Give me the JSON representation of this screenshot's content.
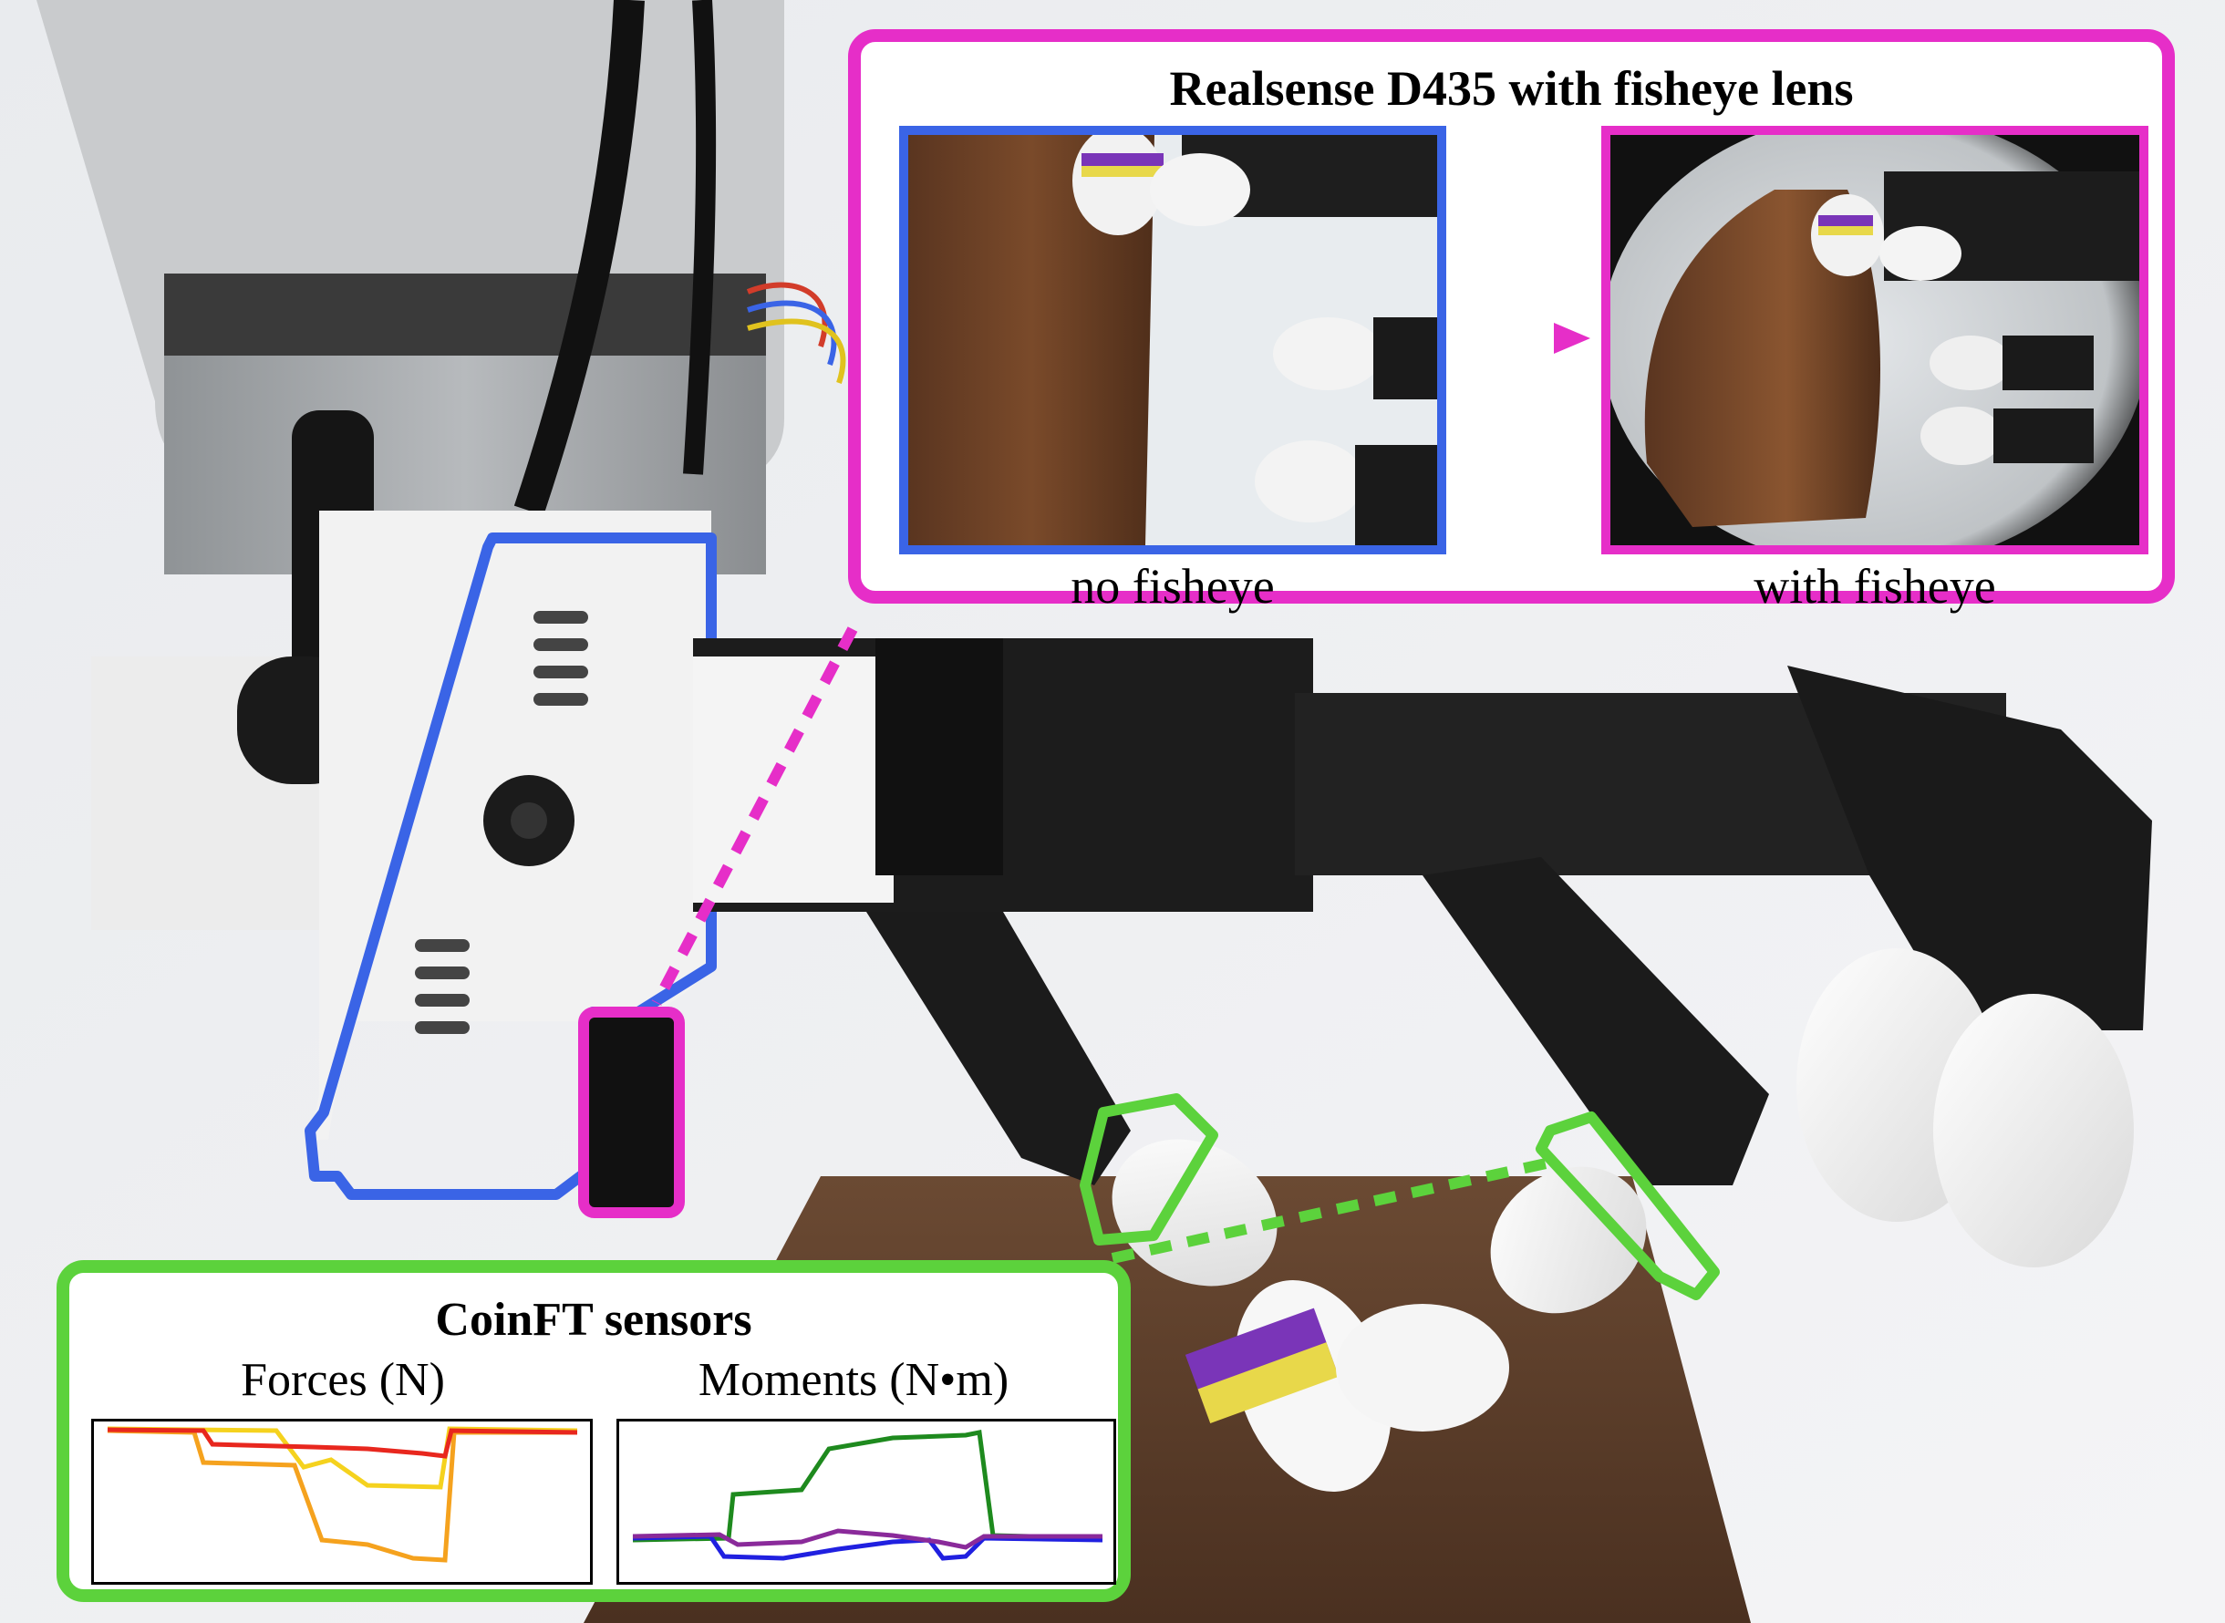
{
  "realsense_panel": {
    "title": "Realsense D435 with fisheye lens",
    "caption_no_fisheye": "no fisheye",
    "caption_with_fisheye": "with fisheye",
    "border_color": "#e62ec8",
    "no_fisheye_border_color": "#3a64e6"
  },
  "coinft_panel": {
    "title": "CoinFT sensors",
    "forces_label": "Forces (N)",
    "moments_label": "Moments (N•m)",
    "border_color": "#5cd23c"
  },
  "colors": {
    "force_red": "#e8271e",
    "force_yellow": "#f5d21e",
    "force_orange": "#f5a21e",
    "moment_green": "#1e8a1e",
    "moment_blue": "#2020e0",
    "moment_purple": "#8a2a9a"
  }
}
